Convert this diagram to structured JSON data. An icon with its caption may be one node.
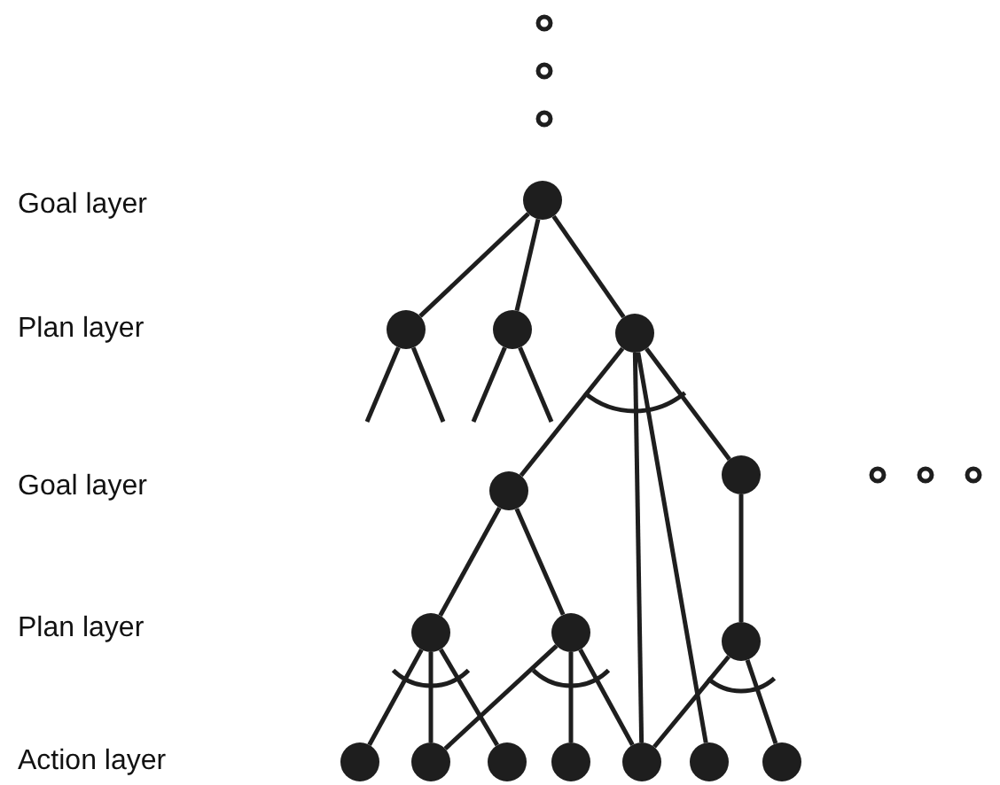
{
  "diagram": {
    "nodes": [
      {
        "text": [],
        "shape": "circle"
      },
      {
        "text": [],
        "shape": "circle"
      },
      {
        "text": [],
        "shape": "circle"
      },
      {
        "text": [],
        "shape": "circle"
      },
      {
        "text": [],
        "shape": "circle"
      },
      {
        "text": [],
        "shape": "circle"
      },
      {
        "text": [],
        "shape": "circle"
      },
      {
        "text": [],
        "shape": "circle"
      },
      {
        "text": [],
        "shape": "circle"
      },
      {
        "text": [],
        "shape": "circle"
      },
      {
        "text": [],
        "shape": "circle"
      },
      {
        "text": [],
        "shape": "circle"
      },
      {
        "text": [],
        "shape": "circle"
      },
      {
        "text": [],
        "shape": "circle"
      },
      {
        "text": [],
        "shape": "circle"
      },
      {
        "text": [],
        "shape": "circle"
      }
    ],
    "edges": [
      {
        "from": 0,
        "to": 1,
        "arrow": "none"
      },
      {
        "from": 0,
        "to": 2,
        "arrow": "none"
      },
      {
        "from": 0,
        "to": 3,
        "arrow": "none"
      },
      {
        "from": 1,
        "to": null,
        "arrow": "none"
      },
      {
        "from": 1,
        "to": null,
        "arrow": "none"
      },
      {
        "from": 2,
        "to": null,
        "arrow": "none"
      },
      {
        "from": 2,
        "to": null,
        "arrow": "none"
      },
      {
        "from": 3,
        "to": 4,
        "arrow": "none"
      },
      {
        "from": 3,
        "to": 5,
        "arrow": "none"
      },
      {
        "from": 3,
        "to": 13,
        "arrow": "none"
      },
      {
        "from": 3,
        "to": 14,
        "arrow": "none"
      },
      {
        "from": 4,
        "to": 6,
        "arrow": "none"
      },
      {
        "from": 4,
        "to": 7,
        "arrow": "none"
      },
      {
        "from": 5,
        "to": 8,
        "arrow": "none"
      },
      {
        "from": 6,
        "to": 9,
        "arrow": "none"
      },
      {
        "from": 6,
        "to": 10,
        "arrow": "none"
      },
      {
        "from": 6,
        "to": 11,
        "arrow": "none"
      },
      {
        "from": 7,
        "to": 10,
        "arrow": "none"
      },
      {
        "from": 7,
        "to": 12,
        "arrow": "none"
      },
      {
        "from": 7,
        "to": 13,
        "arrow": "none"
      },
      {
        "from": 8,
        "to": 13,
        "arrow": "none"
      },
      {
        "from": 8,
        "to": 15,
        "arrow": "none"
      }
    ],
    "labels": [
      "Goal layer",
      "Plan layer",
      "Goal layer",
      "Plan layer",
      "Action layer"
    ]
  }
}
